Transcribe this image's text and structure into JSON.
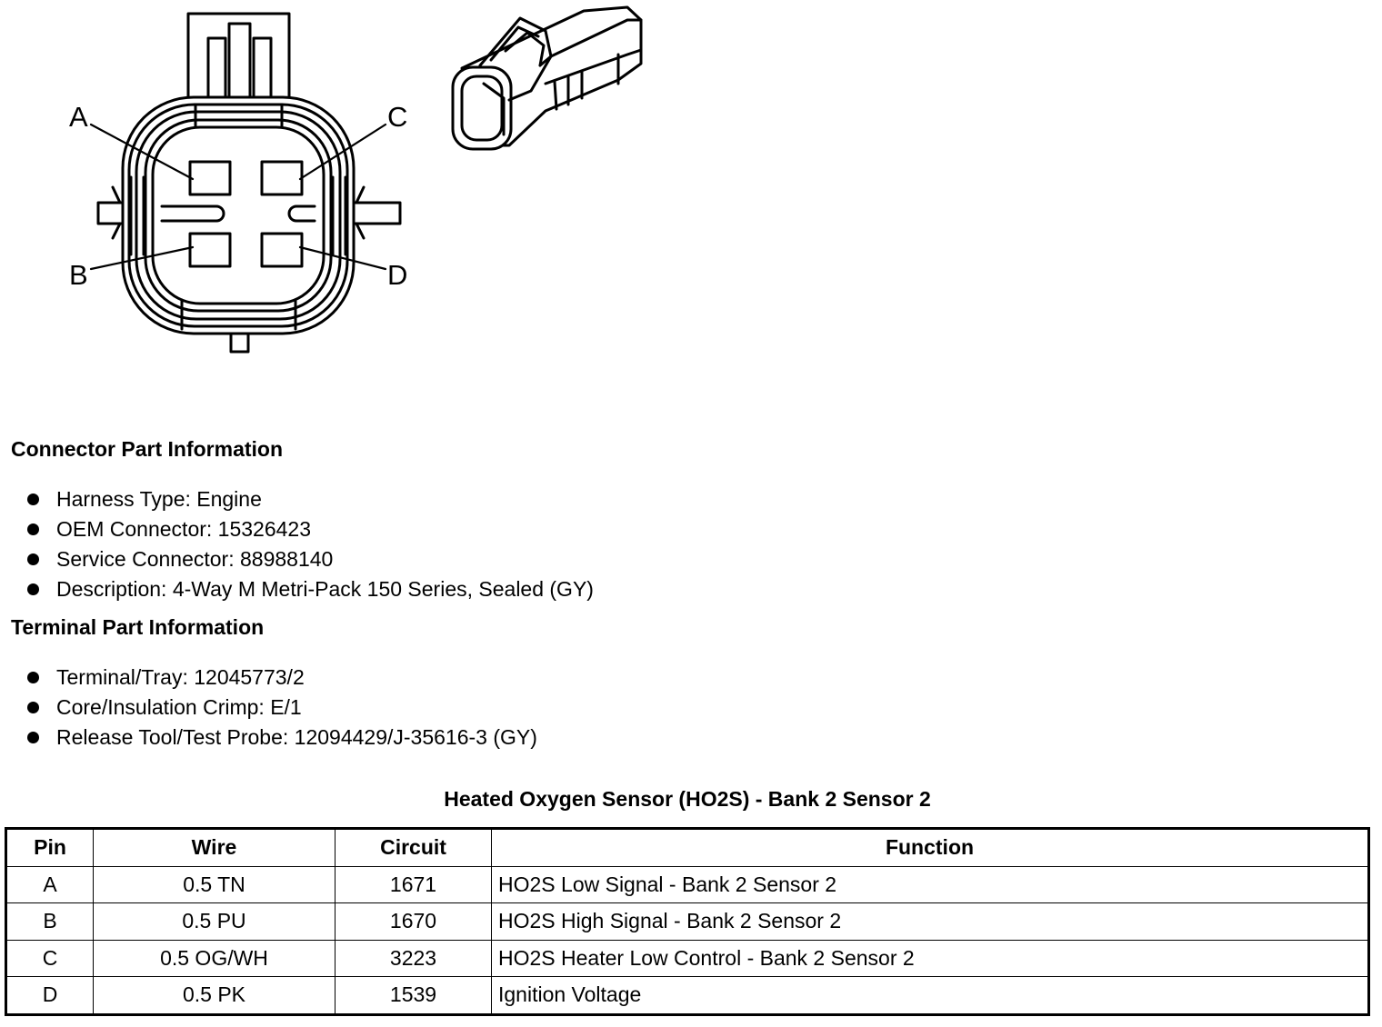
{
  "diagram": {
    "pin_labels": [
      "A",
      "C",
      "B",
      "D"
    ]
  },
  "connector_info": {
    "heading": "Connector Part Information",
    "items": [
      "Harness Type: Engine",
      "OEM Connector: 15326423",
      "Service Connector: 88988140",
      "Description: 4-Way M Metri-Pack 150 Series, Sealed (GY)"
    ]
  },
  "terminal_info": {
    "heading": "Terminal Part Information",
    "items": [
      "Terminal/Tray: 12045773/2",
      "Core/Insulation Crimp: E/1",
      "Release Tool/Test Probe: 12094429/J-35616-3 (GY)"
    ]
  },
  "table": {
    "title": "Heated Oxygen Sensor (HO2S) - Bank 2 Sensor 2",
    "headers": [
      "Pin",
      "Wire",
      "Circuit",
      "Function"
    ],
    "rows": [
      [
        "A",
        "0.5 TN",
        "1671",
        "HO2S Low Signal - Bank 2 Sensor 2"
      ],
      [
        "B",
        "0.5 PU",
        "1670",
        "HO2S High Signal - Bank 2 Sensor 2"
      ],
      [
        "C",
        "0.5 OG/WH",
        "3223",
        "HO2S Heater Low Control - Bank 2 Sensor 2"
      ],
      [
        "D",
        "0.5 PK",
        "1539",
        "Ignition Voltage"
      ]
    ]
  }
}
